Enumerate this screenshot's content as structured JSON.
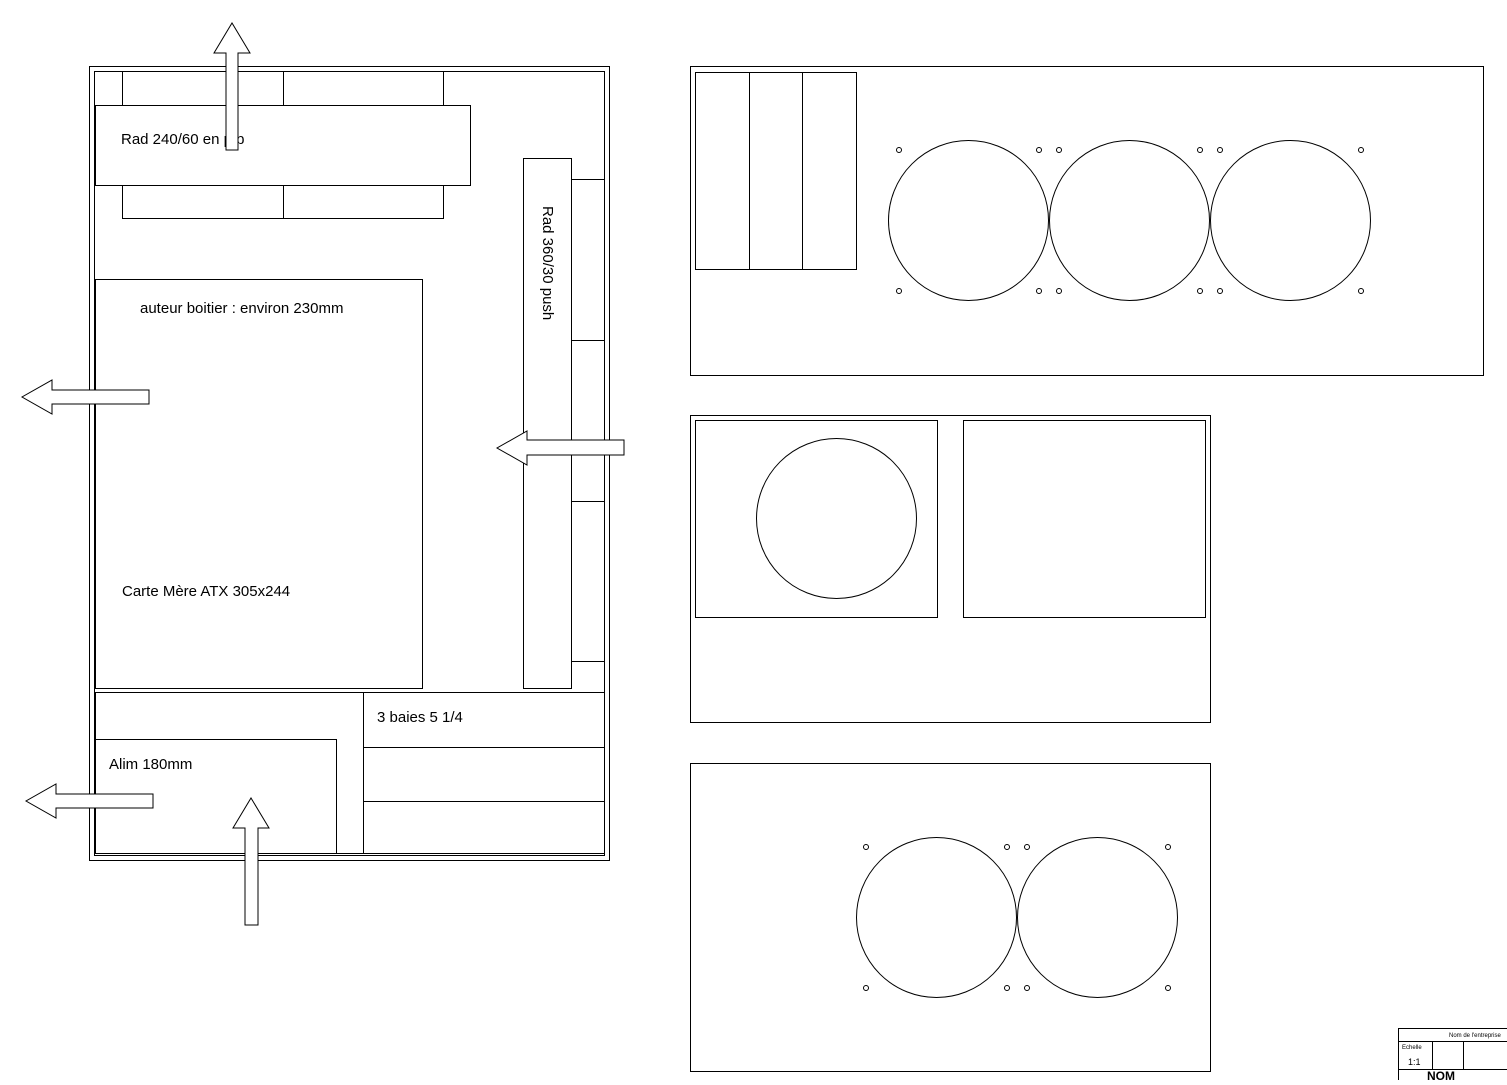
{
  "labels": {
    "rad_top": "Rad 240/60 en p/p",
    "rad_side": "Rad 360/30 push",
    "height_note": "auteur boitier : environ 230mm",
    "motherboard": "Carte Mère ATX 305x244",
    "bays": "3 baies 5 1/4",
    "psu": "Alim 180mm"
  },
  "title_block": {
    "company": "Nom de l'entreprise",
    "scale_label": "Echelle",
    "scale_value": "1:1",
    "name": "NOM"
  }
}
